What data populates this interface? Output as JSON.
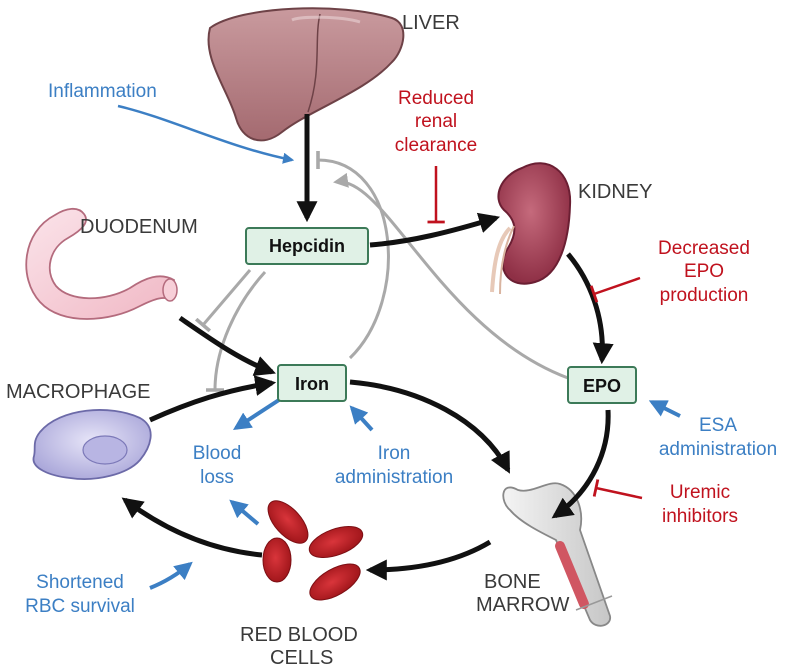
{
  "colors": {
    "black_arrow": "#111111",
    "gray_arrow": "#a9a9a9",
    "blue": "#3c7fc4",
    "red": "#c0121e",
    "box_fill": "#e0f1e6",
    "box_border": "#3c7a58",
    "organ_text": "#3a3a3a"
  },
  "organs": {
    "liver": "LIVER",
    "kidney": "KIDNEY",
    "duodenum": "DUODENUM",
    "macrophage": "MACROPHAGE",
    "bone_marrow": [
      "BONE",
      "MARROW"
    ],
    "red_blood_cells": [
      "RED BLOOD",
      "CELLS"
    ]
  },
  "boxes": {
    "hepcidin": "Hepcidin",
    "iron": "Iron",
    "epo": "EPO"
  },
  "red_factors": {
    "reduced_renal_clearance": [
      "Reduced",
      "renal",
      "clearance"
    ],
    "decreased_epo_production": [
      "Decreased",
      "EPO",
      "production"
    ],
    "uremic_inhibitors": [
      "Uremic",
      "inhibitors"
    ]
  },
  "blue_factors": {
    "inflammation": [
      "Inflammation"
    ],
    "blood_loss": [
      "Blood",
      "loss"
    ],
    "iron_administration": [
      "Iron",
      "administration"
    ],
    "esa_administration": [
      "ESA",
      "administration"
    ],
    "shortened_rbc_survival": [
      "Shortened",
      "RBC survival"
    ]
  },
  "icons": [
    "liver-icon",
    "kidney-icon",
    "duodenum-icon",
    "macrophage-icon",
    "bone-marrow-icon",
    "red-blood-cells-icon"
  ]
}
